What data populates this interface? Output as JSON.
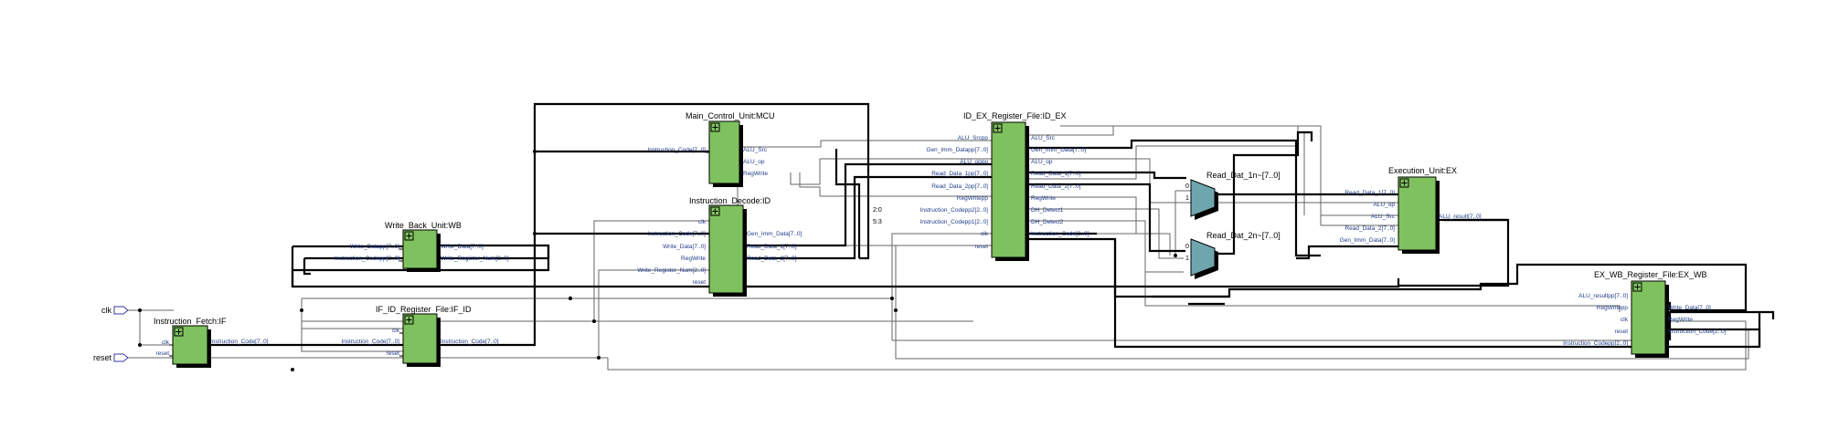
{
  "ports": {
    "clk": "clk",
    "reset": "reset"
  },
  "blocks": {
    "fetch": {
      "title": "Instruction_Fetch:IF",
      "left": [
        "clk",
        "reset"
      ],
      "right": [
        "Instruction_Code[7..0]"
      ]
    },
    "ifid": {
      "title": "IF_ID_Register_File:IF_ID",
      "left": [
        "clk",
        "Instruction_Code[7..0]",
        "reset"
      ],
      "right": [
        "Instruction_Code[7..0]"
      ]
    },
    "wb": {
      "title": "Write_Back_Unit:WB",
      "left": [
        "Write_Datapp[7..0]",
        "Instruction_Codepp[2..0]"
      ],
      "right": [
        "Write_Data[7..0]",
        "Write_Register_Num[2..0]"
      ]
    },
    "mcu": {
      "title": "Main_Control_Unit:MCU",
      "left": [
        "Instruction_Code[7..0]"
      ],
      "right": [
        "ALU_Src",
        "ALU_op",
        "RegWrite"
      ]
    },
    "decode": {
      "title": "Instruction_Decode:ID",
      "left": [
        "clk",
        "Instruction_Code[7..0]",
        "Write_Data[7..0]",
        "RegWrite",
        "Write_Register_Num[2..0]",
        "reset"
      ],
      "right": [
        "Gen_Imm_Data[7..0]",
        "Read_Data_1[7..0]",
        "Read_Data_2[7..0]"
      ]
    },
    "idex": {
      "title": "ID_EX_Register_File:ID_EX",
      "left": [
        "ALU_Srcpp",
        "Gen_Imm_Datapp[7..0]",
        "ALU_oppp",
        "Read_Data_1pp[7..0]",
        "Read_Data_2pp[7..0]",
        "RegWritepp",
        "Instruction_Codepp2[2..0]",
        "Instruction_Codepp1[2..0]",
        "clk",
        "reset"
      ],
      "right": [
        "ALU_Src",
        "Gen_Imm_Data[7..0]",
        "ALU_op",
        "Read_Data_1[7..0]",
        "Read_Data_2[7..0]",
        "RegWrite",
        "DH_Detect1",
        "DH_Detect2",
        "Instruction_Code[2..0]"
      ]
    },
    "ex": {
      "title": "Execution_Unit:EX",
      "left": [
        "Read_Data_1[7..0]",
        "ALU_op",
        "ALU_Src",
        "Read_Data_2[7..0]",
        "Gen_Imm_Data[7..0]"
      ],
      "right": [
        "ALU_result[7..0]"
      ]
    },
    "exwb": {
      "title": "EX_WB_Register_File:EX_WB",
      "left": [
        "ALU_resultpp[7..0]",
        "RegWritepp",
        "clk",
        "reset",
        "Instruction_Codepp[2..0]"
      ],
      "right": [
        "Write_Data[7..0]",
        "RegWrite",
        "Instruction_Code[2..0]"
      ]
    }
  },
  "muxes": {
    "mux1": {
      "title": "Read_Dat_1n~[7..0]",
      "inputs": [
        "0",
        "1"
      ]
    },
    "mux2": {
      "title": "Read_Dat_2n~[7..0]",
      "inputs": [
        "0",
        "1"
      ]
    }
  },
  "bus_taps": {
    "tap1": "2:0",
    "tap2": "5:3"
  }
}
